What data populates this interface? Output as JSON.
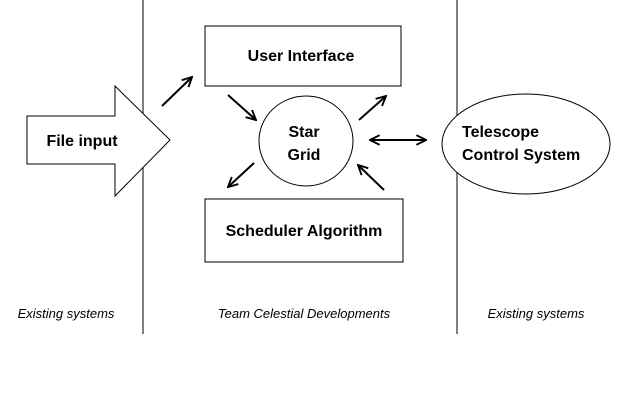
{
  "diagram": {
    "nodes": {
      "file_input": {
        "label": "File input"
      },
      "user_interface": {
        "label": "User Interface"
      },
      "star_grid": {
        "line1": "Star",
        "line2": "Grid"
      },
      "scheduler": {
        "label": "Scheduler Algorithm"
      },
      "telescope": {
        "line1": "Telescope",
        "line2": "Control System"
      }
    },
    "regions": {
      "left": "Existing systems",
      "center": "Team Celestial Developments",
      "right": "Existing systems"
    },
    "connections": [
      {
        "from": "file_input",
        "to": "user_interface",
        "direction": "forward"
      },
      {
        "from": "user_interface",
        "to": "star_grid",
        "direction": "forward"
      },
      {
        "from": "star_grid",
        "to": "user_interface",
        "direction": "forward"
      },
      {
        "from": "star_grid",
        "to": "scheduler",
        "direction": "forward"
      },
      {
        "from": "scheduler",
        "to": "star_grid",
        "direction": "forward"
      },
      {
        "from": "star_grid",
        "to": "telescope",
        "direction": "bidirectional"
      }
    ]
  }
}
